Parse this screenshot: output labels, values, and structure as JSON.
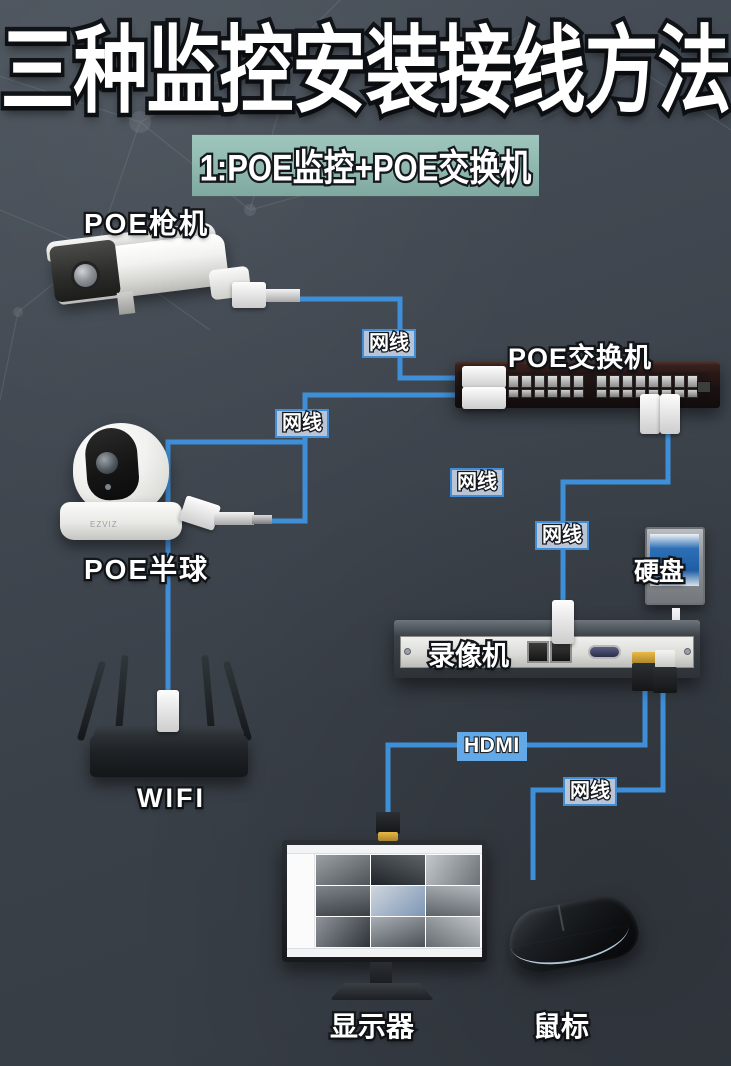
{
  "header": {
    "title": "三种监控安装接线方法",
    "subtitle": "1:POE监控+POE交换机"
  },
  "devices": [
    {
      "id": "poe-bullet-camera",
      "label": "POE枪机"
    },
    {
      "id": "poe-dome-camera",
      "label": "POE半球"
    },
    {
      "id": "poe-switch",
      "label": "POE交换机"
    },
    {
      "id": "hard-disk",
      "label": "硬盘"
    },
    {
      "id": "nvr-recorder",
      "label": "录像机"
    },
    {
      "id": "wifi-router",
      "label": "WIFI"
    },
    {
      "id": "monitor",
      "label": "显示器"
    },
    {
      "id": "mouse",
      "label": "鼠标"
    }
  ],
  "cable_tags": [
    {
      "id": "tag-bullet-to-switch",
      "label": "网线"
    },
    {
      "id": "tag-dome-to-switch",
      "label": "网线"
    },
    {
      "id": "tag-router-to-switch",
      "label": "网线"
    },
    {
      "id": "tag-switch-to-nvr",
      "label": "网线"
    },
    {
      "id": "tag-nvr-to-monitor",
      "label": "HDMI"
    },
    {
      "id": "tag-nvr-to-mouse",
      "label": "网线"
    }
  ],
  "colors": {
    "background": "#3b424b",
    "cable_blue": "#3f8fd8",
    "tag_fill": "#b9c4d6",
    "hdmi_fill": "#63a9e8",
    "subtitle_highlight": "#8fb9b0",
    "text_white": "#ffffff",
    "text_outline": "#14171b"
  },
  "monitor_screen": {
    "layout": "3x3 CCTV grid",
    "cells": 9
  }
}
